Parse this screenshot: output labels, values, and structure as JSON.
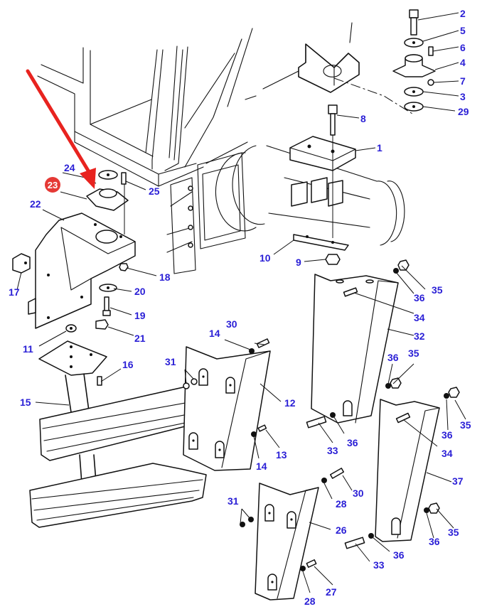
{
  "diagram": {
    "title": "Cab mounting and access steps exploded parts view",
    "label_color": "#2a1fd6",
    "highlight": {
      "part_number": "23",
      "badge_color": "#e53935",
      "arrow_color": "#e8231f",
      "badge_text_color": "#ffffff"
    },
    "callouts": [
      {
        "id": "c1",
        "text": "1"
      },
      {
        "id": "c2",
        "text": "2"
      },
      {
        "id": "c3",
        "text": "3"
      },
      {
        "id": "c4",
        "text": "4"
      },
      {
        "id": "c5",
        "text": "5"
      },
      {
        "id": "c6",
        "text": "6"
      },
      {
        "id": "c7",
        "text": "7"
      },
      {
        "id": "c8",
        "text": "8"
      },
      {
        "id": "c9",
        "text": "9"
      },
      {
        "id": "c10",
        "text": "10"
      },
      {
        "id": "c11",
        "text": "11"
      },
      {
        "id": "c12",
        "text": "12"
      },
      {
        "id": "c13",
        "text": "13"
      },
      {
        "id": "c14a",
        "text": "14"
      },
      {
        "id": "c14b",
        "text": "14"
      },
      {
        "id": "c15",
        "text": "15"
      },
      {
        "id": "c16",
        "text": "16"
      },
      {
        "id": "c17",
        "text": "17"
      },
      {
        "id": "c18",
        "text": "18"
      },
      {
        "id": "c19",
        "text": "19"
      },
      {
        "id": "c20",
        "text": "20"
      },
      {
        "id": "c21",
        "text": "21"
      },
      {
        "id": "c22",
        "text": "22"
      },
      {
        "id": "c24",
        "text": "24"
      },
      {
        "id": "c25",
        "text": "25"
      },
      {
        "id": "c26",
        "text": "26"
      },
      {
        "id": "c27",
        "text": "27"
      },
      {
        "id": "c28a",
        "text": "28"
      },
      {
        "id": "c28b",
        "text": "28"
      },
      {
        "id": "c29",
        "text": "29"
      },
      {
        "id": "c30a",
        "text": "30"
      },
      {
        "id": "c30b",
        "text": "30"
      },
      {
        "id": "c31a",
        "text": "31"
      },
      {
        "id": "c31b",
        "text": "31"
      },
      {
        "id": "c32",
        "text": "32"
      },
      {
        "id": "c33a",
        "text": "33"
      },
      {
        "id": "c33b",
        "text": "33"
      },
      {
        "id": "c34a",
        "text": "34"
      },
      {
        "id": "c34b",
        "text": "34"
      },
      {
        "id": "c35a",
        "text": "35"
      },
      {
        "id": "c35b",
        "text": "35"
      },
      {
        "id": "c35c",
        "text": "35"
      },
      {
        "id": "c35d",
        "text": "35"
      },
      {
        "id": "c36a",
        "text": "36"
      },
      {
        "id": "c36b",
        "text": "36"
      },
      {
        "id": "c36c",
        "text": "36"
      },
      {
        "id": "c36d",
        "text": "36"
      },
      {
        "id": "c36e",
        "text": "36"
      },
      {
        "id": "c36f",
        "text": "36"
      },
      {
        "id": "c37",
        "text": "37"
      }
    ]
  }
}
